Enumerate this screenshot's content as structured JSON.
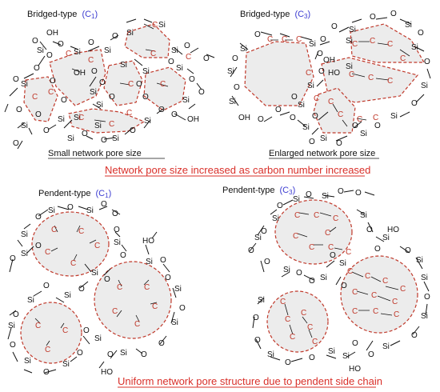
{
  "labels": {
    "si": "Si",
    "o": "O",
    "c": "C",
    "oh": "OH",
    "ho": "HO"
  },
  "panels": {
    "bridged_c1": {
      "title": "Bridged-type",
      "subscript_label": "(C",
      "subscript_num": "1",
      "subscript_close": ")",
      "caption": "Small network pore size"
    },
    "bridged_c3": {
      "title": "Bridged-type",
      "subscript_label": "(C",
      "subscript_num": "3",
      "subscript_close": ")",
      "caption": "Enlarged network pore size"
    },
    "pendent_c1": {
      "title": "Pendent-type",
      "subscript_label": "(C",
      "subscript_num": "1",
      "subscript_close": ")"
    },
    "pendent_c3": {
      "title": "Pendent-type",
      "subscript_label": "(C",
      "subscript_num": "3",
      "subscript_close": ")"
    }
  },
  "banners": {
    "top": "Network pore size increased as carbon number increased",
    "bottom": "Uniform network pore structure due to pendent side chain"
  },
  "colors": {
    "carbon": "#c0392b",
    "subscript": "#3b3bd1",
    "banner": "#d9302a",
    "pore_fill": "#ececec"
  }
}
